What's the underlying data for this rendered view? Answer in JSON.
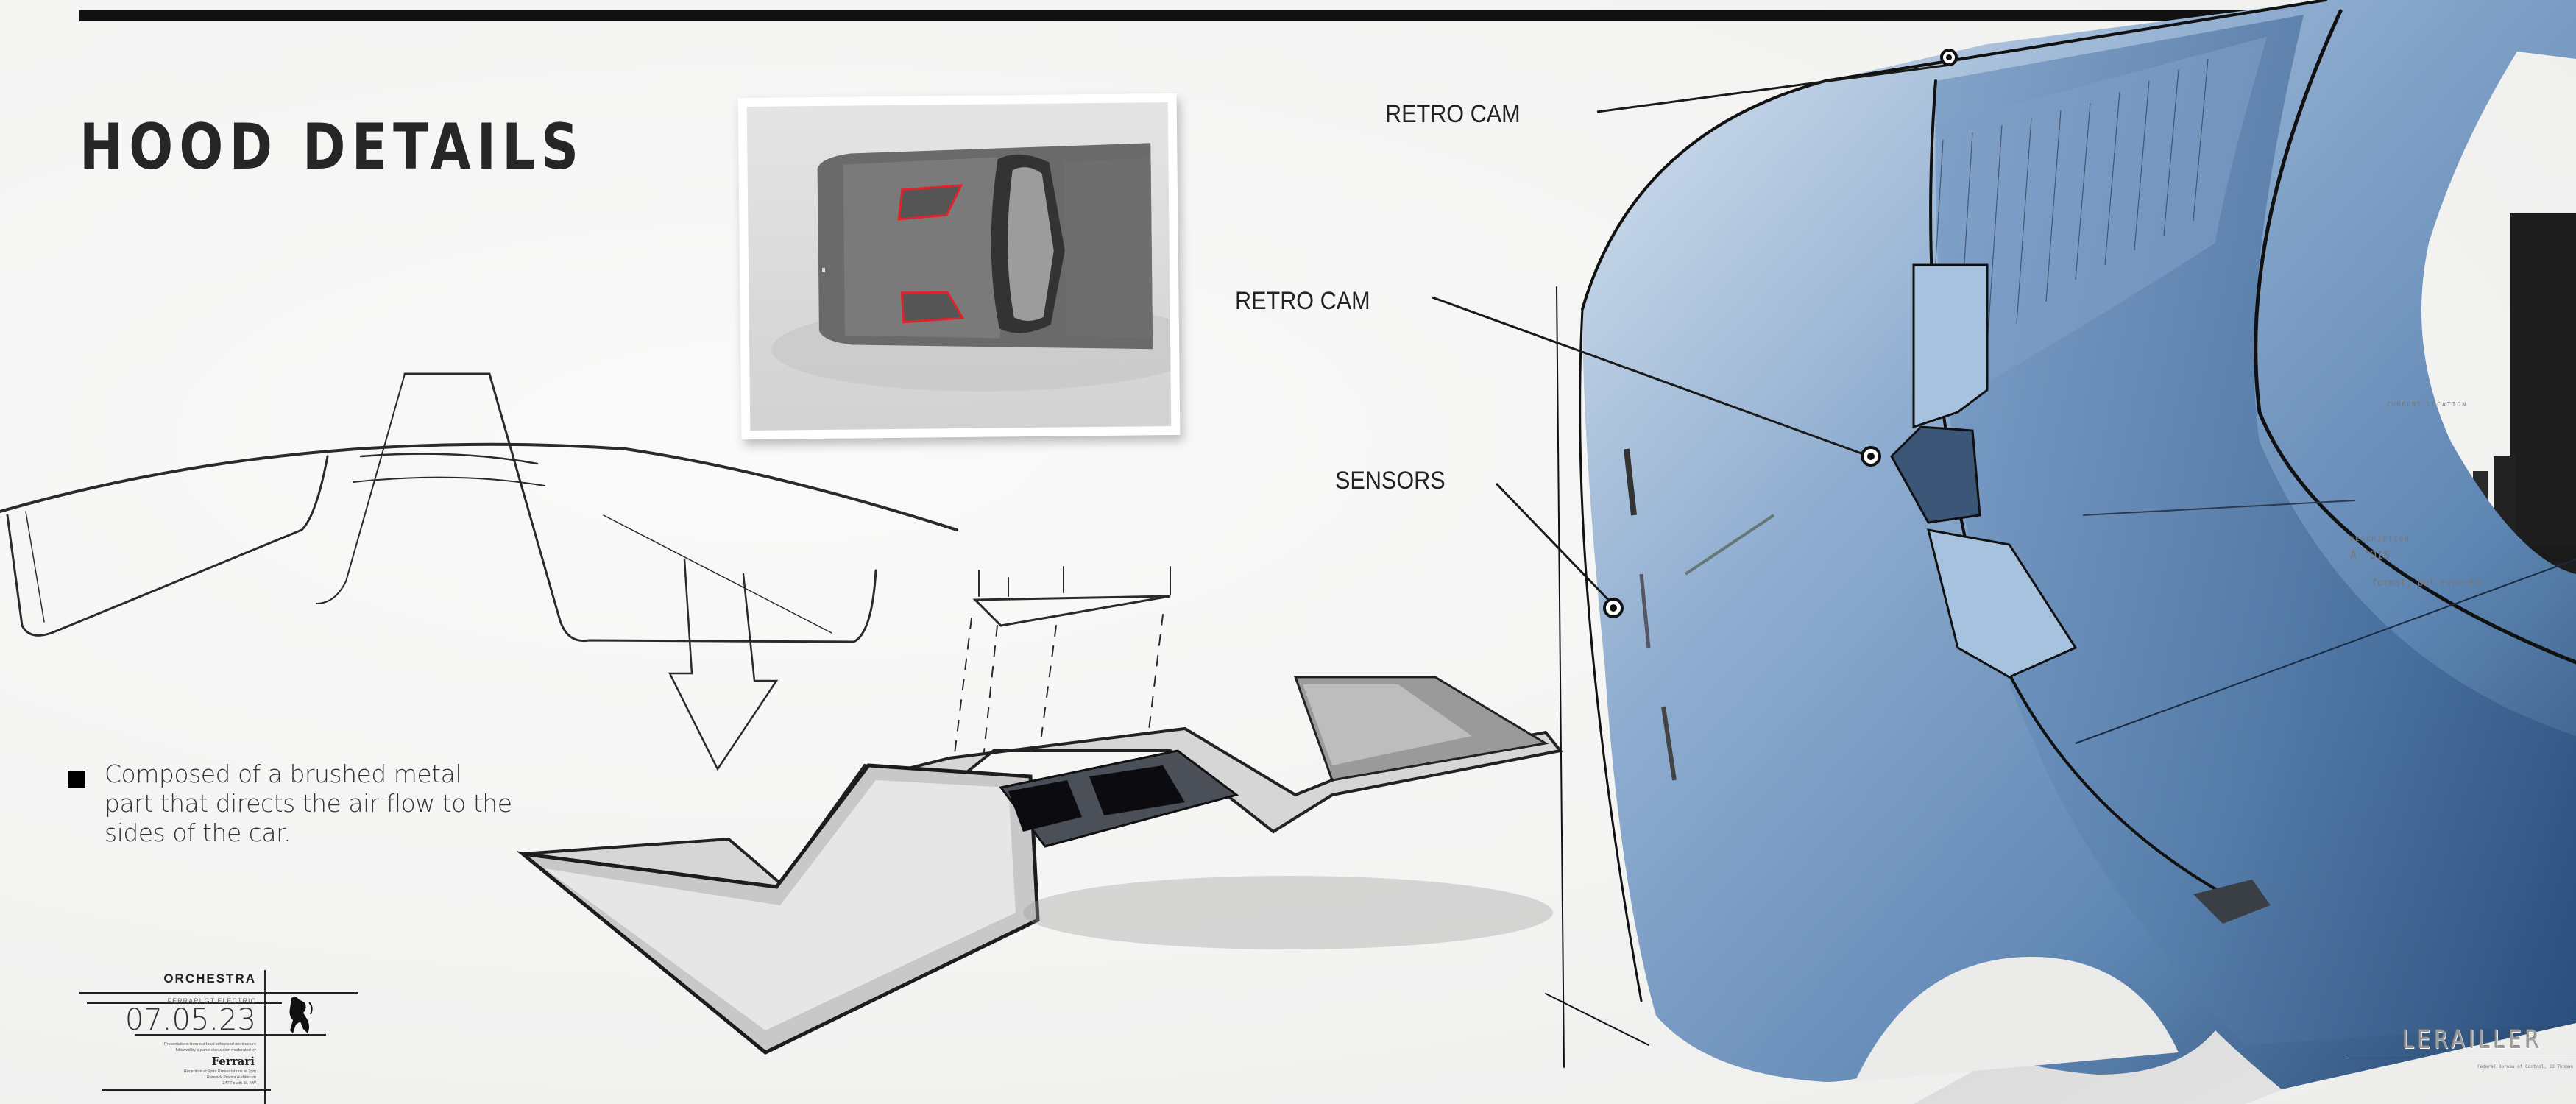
{
  "sheet": {
    "title": "HOOD DETAILS",
    "description": "Composed of a brushed metal part that directs the air flow to the sides of the car."
  },
  "callouts": [
    {
      "id": "retro-cam-top",
      "label": "RETRO CAM"
    },
    {
      "id": "retro-cam-mid",
      "label": "RETRO CAM"
    },
    {
      "id": "sensors",
      "label": "SENSORS"
    }
  ],
  "info_block": {
    "project": "ORCHESTRA",
    "subtitle": "FERRARI GT ELECTRIC",
    "date": "07.05.23",
    "line1": "Presentations from our local schools of architecture",
    "line2": "followed by a panel discussion moderated by",
    "brand": "Ferrari",
    "line3": "Reception at 6pm. Presentations at 7pm",
    "line4": "Renwick Pratica Auditorium",
    "line5": "247 Fourth St. NW",
    "logo": "prancing-horse"
  },
  "background_text": {
    "current_location": "CURRENT LOCATION",
    "description_label": "DESCRIPTION",
    "description_start": "A \"DIS",
    "format_line": "format, but reports"
  },
  "signature": {
    "name": "LERAILLER",
    "subline": "Federal Bureau of Control, 33 Thomas"
  },
  "colors": {
    "car_blue": "#5f86b3",
    "car_blue_dark": "#23456e",
    "car_blue_light": "#c9d9ea",
    "vent_red": "#e0222a",
    "rule": "#111111"
  }
}
